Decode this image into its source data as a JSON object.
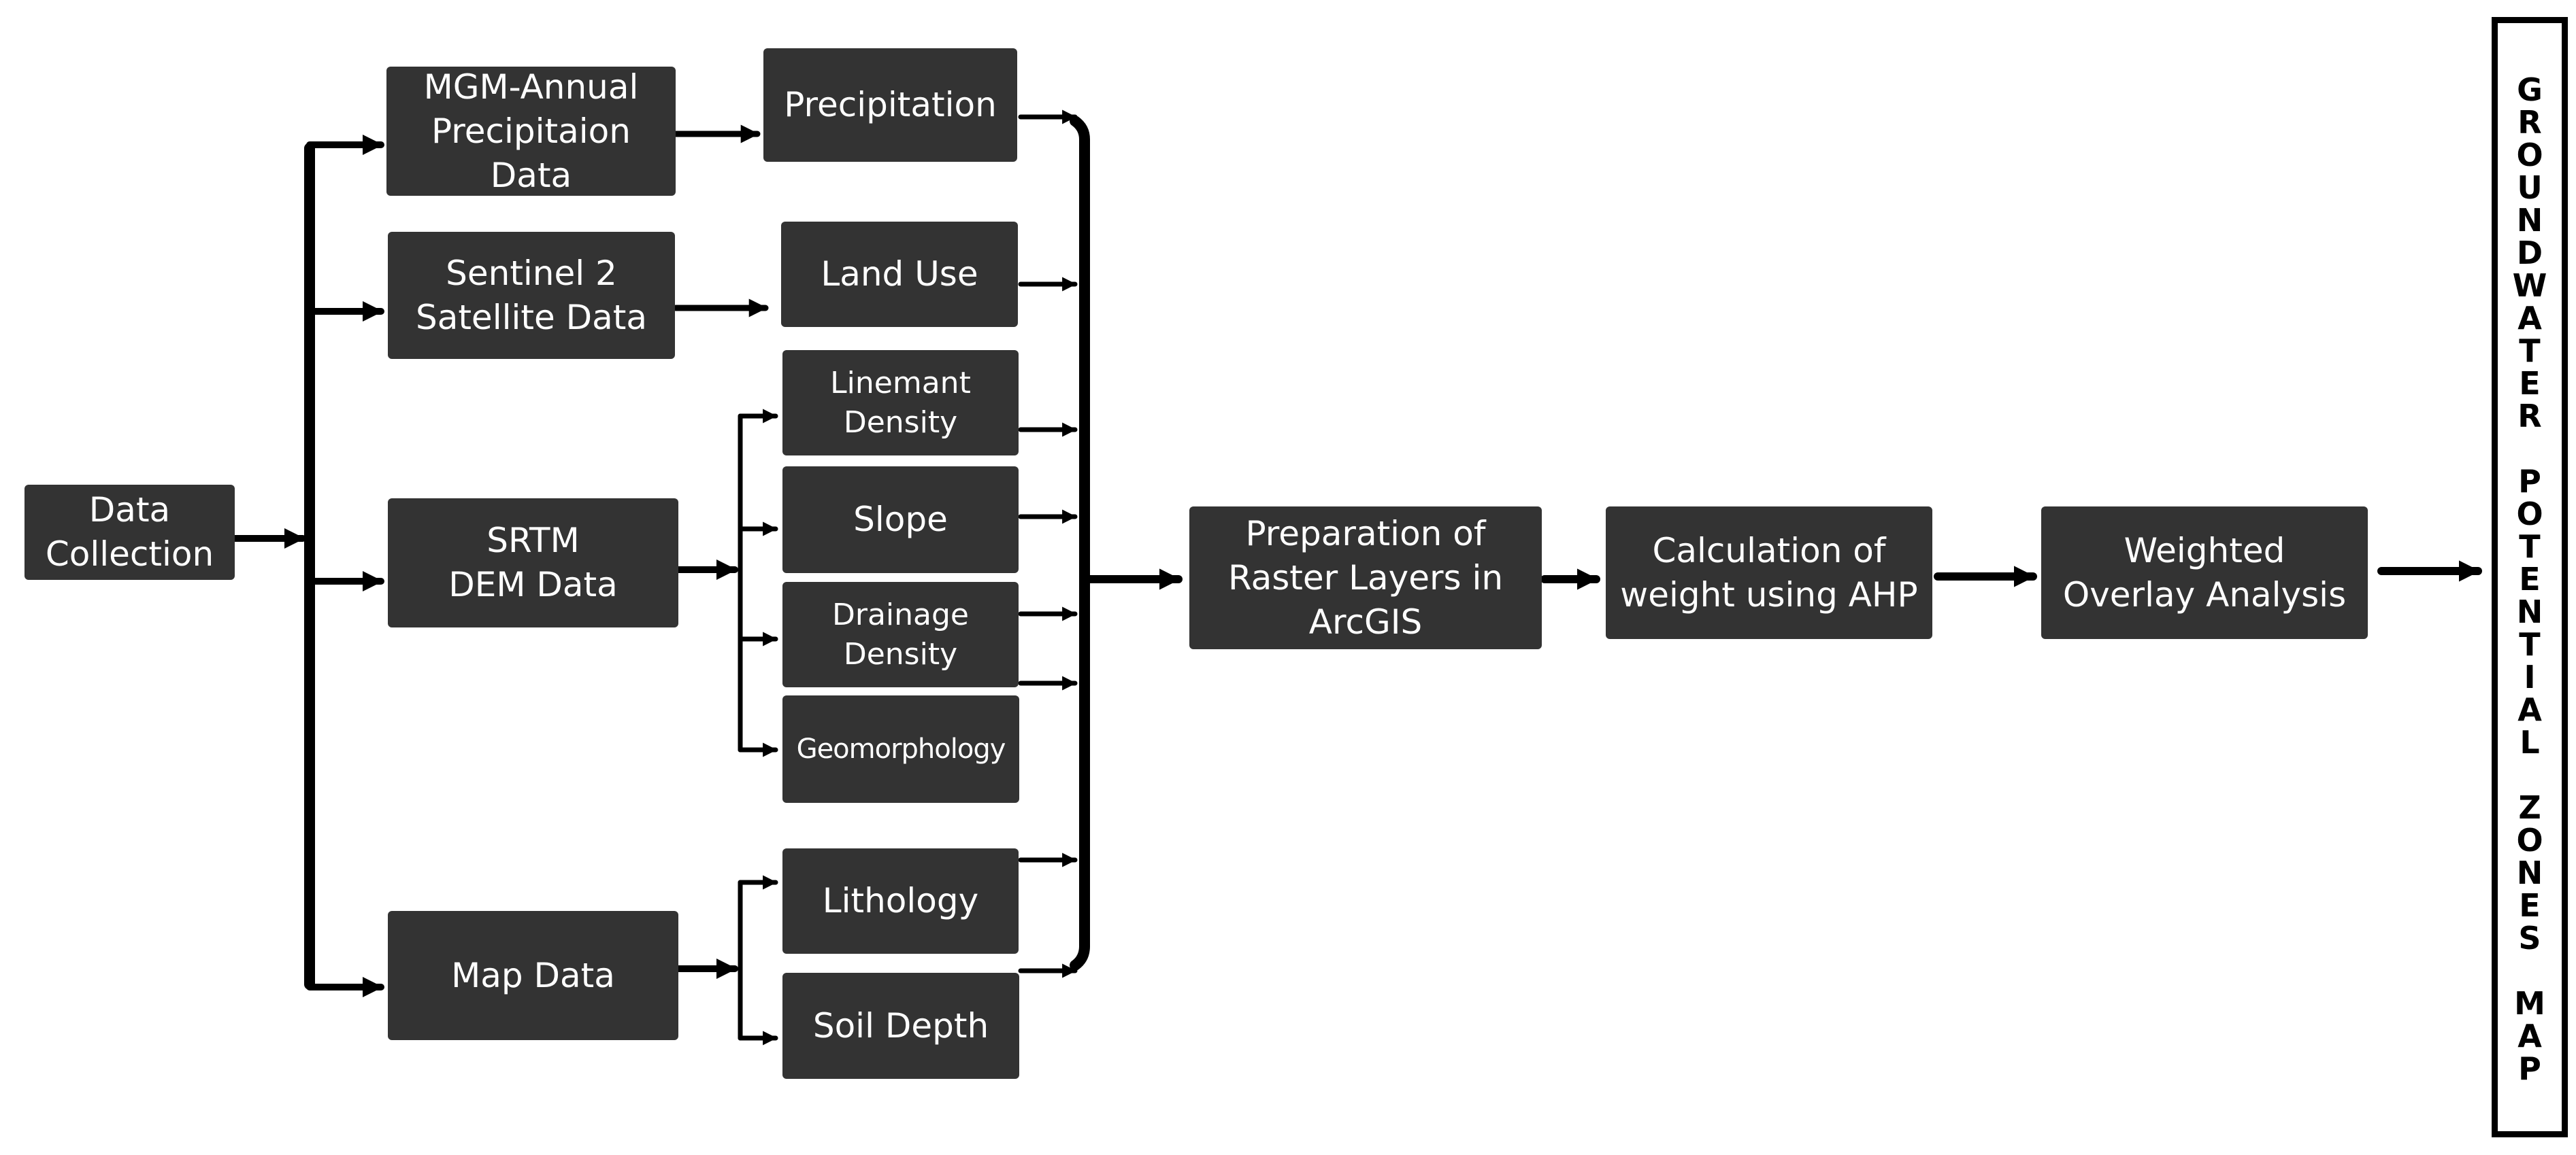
{
  "nodes": {
    "data_collection": "Data\nCollection",
    "mgm_precip_data": "MGM-Annual\nPrecipitaion\nData",
    "sentinel_data": "Sentinel 2\nSatellite Data",
    "srtm_data": "SRTM\nDEM Data",
    "map_data": "Map Data",
    "precipitation": "Precipitation",
    "land_use": "Land Use",
    "lineament_density": "Linemant\nDensity",
    "slope": "Slope",
    "drainage_density": "Drainage\nDensity",
    "geomorphology": "Geomorphology",
    "lithology": "Lithology",
    "soil_depth": "Soil Depth",
    "raster_layers": "Preparation of\nRaster Layers in\nArcGIS",
    "ahp_weights": "Calculation of\nweight using AHP",
    "weighted_overlay": "Weighted\nOverlay Analysis",
    "output": "GROUNDWATER POTENTIAL ZONES MAP"
  },
  "colors": {
    "box_fill": "#333333",
    "box_text": "#ffffff",
    "arrow": "#000000",
    "background": "#ffffff"
  }
}
